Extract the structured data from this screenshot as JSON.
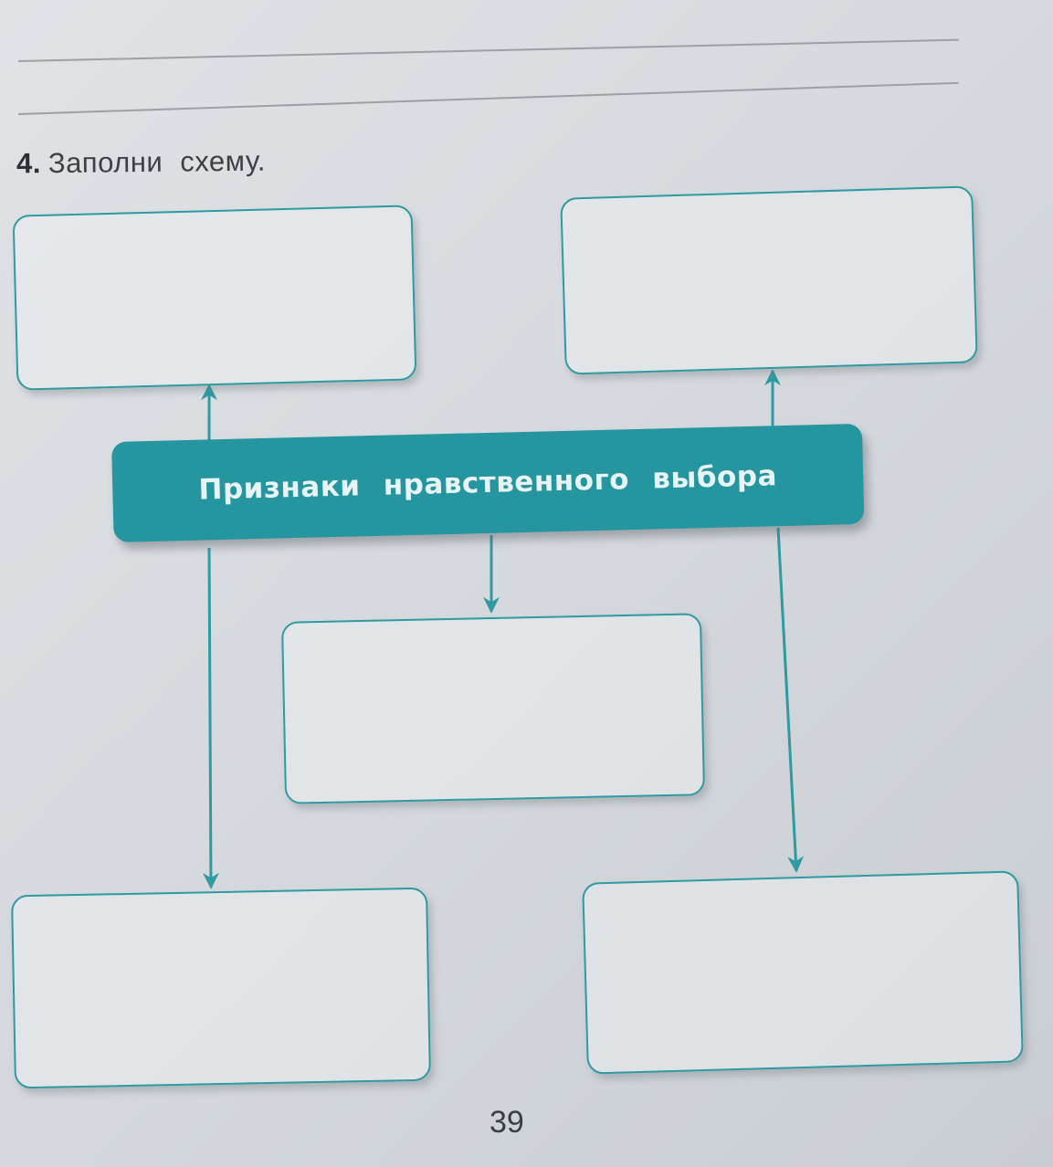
{
  "task": {
    "number": "4.",
    "instruction": "Заполни схему."
  },
  "diagram": {
    "center_label": "Признаки нравственного выбора",
    "answer_boxes": [
      {
        "id": "top-left",
        "text": ""
      },
      {
        "id": "top-right",
        "text": ""
      },
      {
        "id": "middle",
        "text": ""
      },
      {
        "id": "bottom-left",
        "text": ""
      },
      {
        "id": "bottom-right",
        "text": ""
      }
    ]
  },
  "page_number": "39",
  "colors": {
    "accent": "#2596a0",
    "line": "#2f9aa2"
  }
}
